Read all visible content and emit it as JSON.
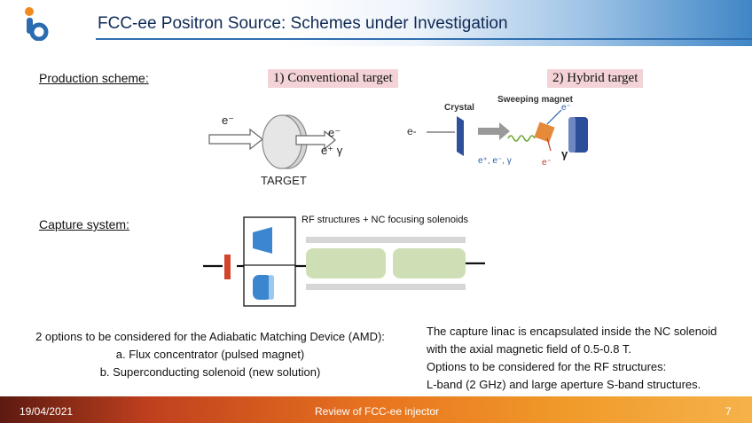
{
  "header": {
    "title": "FCC-ee Positron Source: Schemes under Investigation"
  },
  "production": {
    "label": "Production scheme:",
    "conventional_label": "1) Conventional target",
    "hybrid_label": "2) Hybrid target",
    "conv_diagram": {
      "incoming": "e⁻",
      "outgoing_e": "e⁻",
      "outgoing_pos": "e⁺ γ",
      "target_label": "TARGET"
    },
    "hybrid_diagram": {
      "crystal_label": "Crystal",
      "magnet_label": "Sweeping magnet",
      "incoming": "e-",
      "mix": "e⁺, e⁻, γ",
      "electron_up": "e⁻",
      "gamma": "γ",
      "electron_down": "e⁻"
    }
  },
  "capture": {
    "label": "Capture system:",
    "rf_label": "RF structures + NC focusing solenoids"
  },
  "amd": {
    "line1": "2 options to be considered for the Adiabatic Matching Device (AMD):",
    "line2": "a. Flux concentrator (pulsed magnet)",
    "line3": "b. Superconducting solenoid (new solution)"
  },
  "linac": {
    "line1": "The capture linac is encapsulated inside the NC solenoid",
    "line2": "with the axial magnetic field of  0.5-0.8 T.",
    "line3": "Options to be considered for the RF structures:",
    "line4": "L-band (2 GHz) and large aperture S-band structures."
  },
  "footer": {
    "date": "19/04/2021",
    "center": "Review of FCC-ee injector",
    "page": "7"
  },
  "colors": {
    "header_blue": "#2f6fb0",
    "label_pink": "#f3d3d6",
    "rf_green": "#cfdfb5",
    "target_red": "#d2452b",
    "footer_orange": "#e8741f"
  },
  "icons": {
    "logo": "ijclab-logo-icon"
  }
}
